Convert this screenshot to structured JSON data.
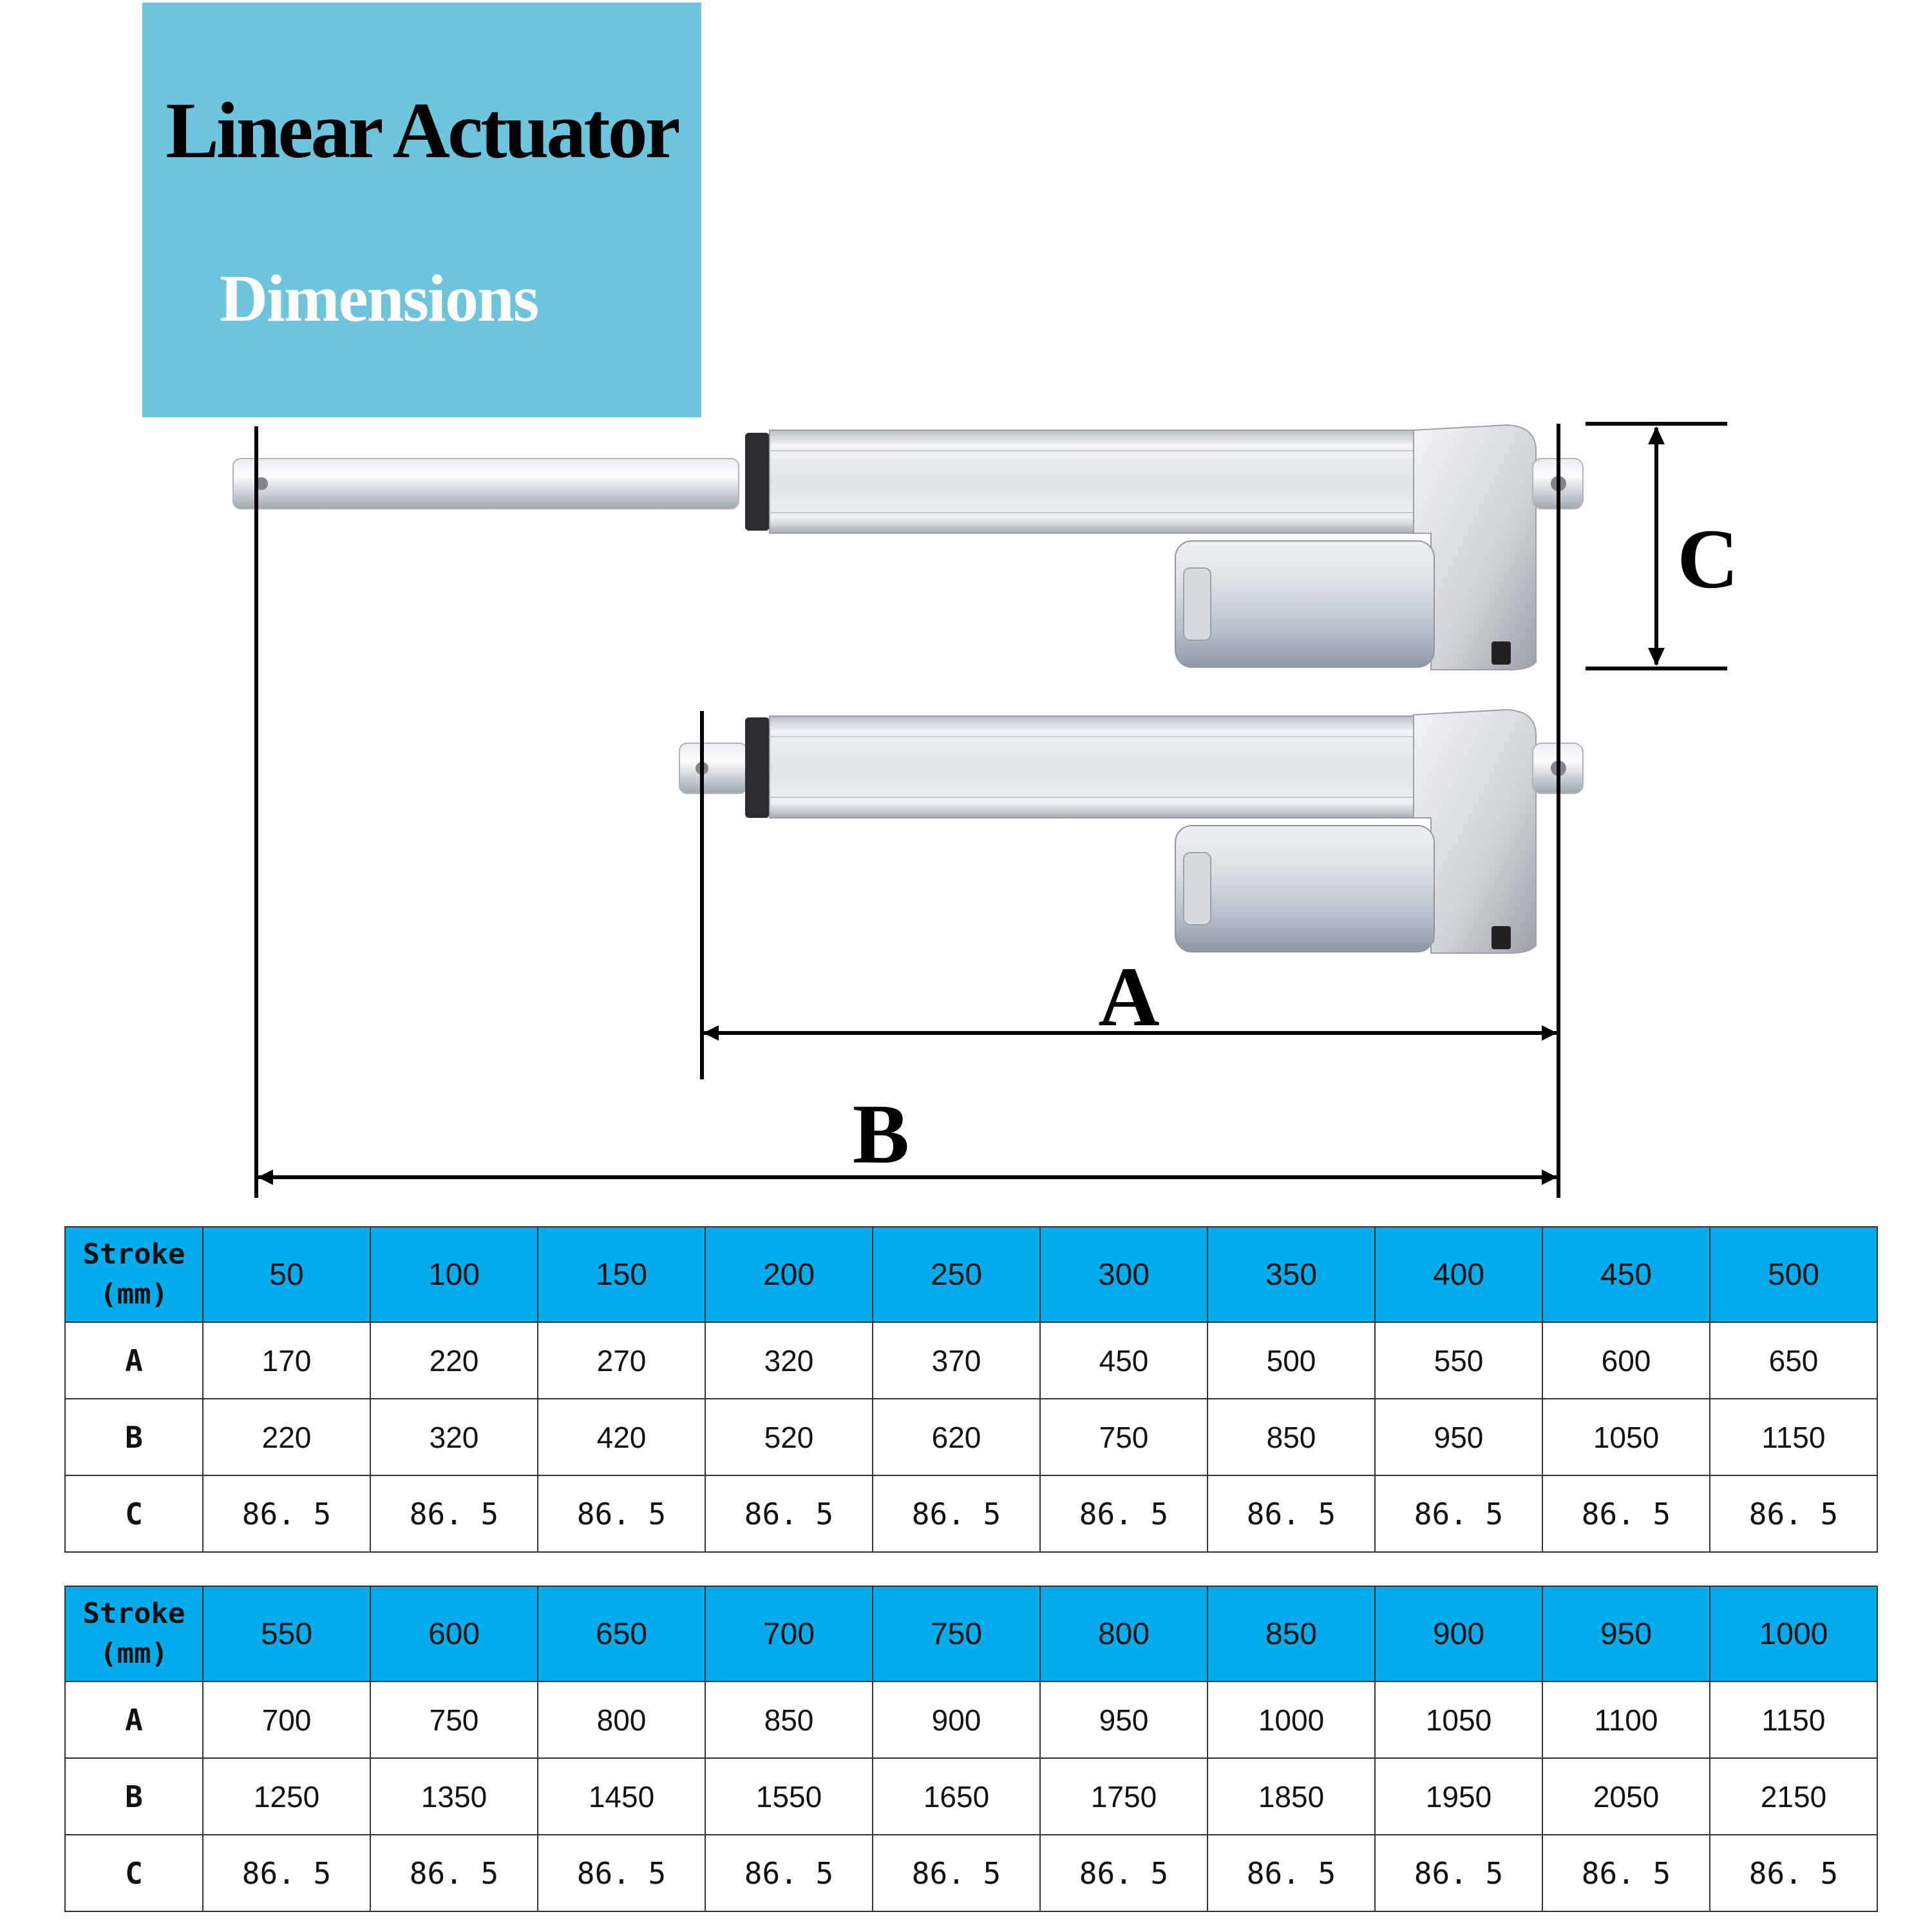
{
  "header": {
    "title": "Linear Actuator",
    "subtitle": "Dimensions"
  },
  "diagram": {
    "label_a": "A",
    "label_b": "B",
    "label_c": "C"
  },
  "tables": [
    {
      "stroke_label_line1": "Stroke",
      "stroke_label_line2": "(mm)",
      "strokes": [
        "50",
        "100",
        "150",
        "200",
        "250",
        "300",
        "350",
        "400",
        "450",
        "500"
      ],
      "rows": [
        {
          "label": "A",
          "values": [
            "170",
            "220",
            "270",
            "320",
            "370",
            "450",
            "500",
            "550",
            "600",
            "650"
          ]
        },
        {
          "label": "B",
          "values": [
            "220",
            "320",
            "420",
            "520",
            "620",
            "750",
            "850",
            "950",
            "1050",
            "1150"
          ]
        },
        {
          "label": "C",
          "values": [
            "86. 5",
            "86. 5",
            "86. 5",
            "86. 5",
            "86. 5",
            "86. 5",
            "86. 5",
            "86. 5",
            "86. 5",
            "86. 5"
          ]
        }
      ]
    },
    {
      "stroke_label_line1": "Stroke",
      "stroke_label_line2": "(mm)",
      "strokes": [
        "550",
        "600",
        "650",
        "700",
        "750",
        "800",
        "850",
        "900",
        "950",
        "1000"
      ],
      "rows": [
        {
          "label": "A",
          "values": [
            "700",
            "750",
            "800",
            "850",
            "900",
            "950",
            "1000",
            "1050",
            "1100",
            "1150"
          ]
        },
        {
          "label": "B",
          "values": [
            "1250",
            "1350",
            "1450",
            "1550",
            "1650",
            "1750",
            "1850",
            "1950",
            "2050",
            "2150"
          ]
        },
        {
          "label": "C",
          "values": [
            "86. 5",
            "86. 5",
            "86. 5",
            "86. 5",
            "86. 5",
            "86. 5",
            "86. 5",
            "86. 5",
            "86. 5",
            "86. 5"
          ]
        }
      ]
    }
  ],
  "colors": {
    "title_box": "#6ec4dc",
    "table_header": "#05acec"
  }
}
